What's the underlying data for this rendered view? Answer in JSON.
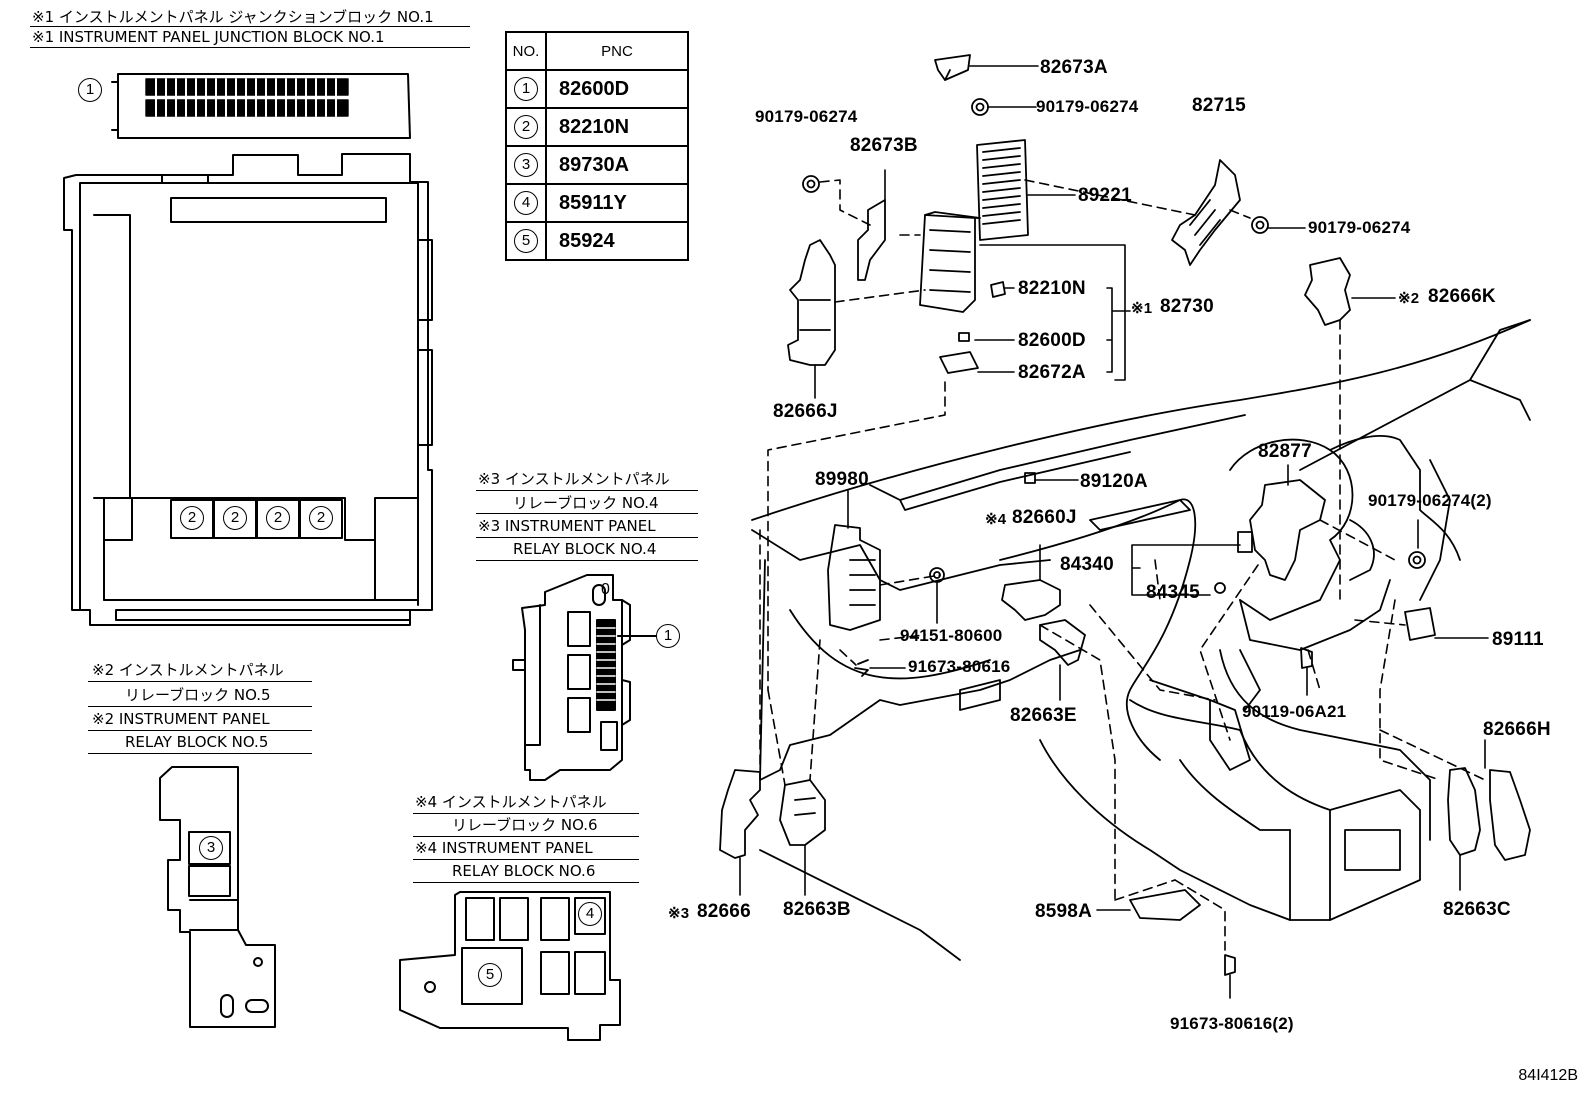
{
  "captions": {
    "jb1_jp": "※1 インストルメントパネル ジャンクションブロック NO.1",
    "jb1_en": "※1 INSTRUMENT PANEL JUNCTION BLOCK NO.1",
    "rb4_jp1": "※3 インストルメントパネル",
    "rb4_jp2": "リレーブロック NO.4",
    "rb4_en1": "※3 INSTRUMENT PANEL",
    "rb4_en2": "RELAY BLOCK NO.4",
    "rb5_jp1": "※2 インストルメントパネル",
    "rb5_jp2": "リレーブロック NO.5",
    "rb5_en1": "※2 INSTRUMENT PANEL",
    "rb5_en2": "RELAY BLOCK NO.5",
    "rb6_jp1": "※4 インストルメントパネル",
    "rb6_jp2": "リレーブロック NO.6",
    "rb6_en1": "※4 INSTRUMENT PANEL",
    "rb6_en2": "RELAY BLOCK NO.6"
  },
  "table": {
    "headers": [
      "NO.",
      "PNC"
    ],
    "rows": [
      {
        "no": "1",
        "pnc": "82600D"
      },
      {
        "no": "2",
        "pnc": "82210N"
      },
      {
        "no": "3",
        "pnc": "89730A"
      },
      {
        "no": "4",
        "pnc": "85911Y"
      },
      {
        "no": "5",
        "pnc": "85924"
      }
    ]
  },
  "markers": {
    "one": "1",
    "two": "2",
    "three": "3",
    "four": "4",
    "five": "5",
    "zero": "0"
  },
  "parts": {
    "p82673A": "82673A",
    "p90179_a": "90179-06274",
    "p90179_b": "90179-06274",
    "p90179_c": "90179-06274",
    "p90179_d": "90179-06274(2)",
    "p82715": "82715",
    "p82673B": "82673B",
    "p89221": "89221",
    "p82210N": "82210N",
    "p82730": "82730",
    "p82730_mark": "※1",
    "p82600D": "82600D",
    "p82672A": "82672A",
    "p82666K": "82666K",
    "p82666K_mark": "※2",
    "p82666J": "82666J",
    "p82877": "82877",
    "p89980": "89980",
    "p89120A": "89120A",
    "p82660J": "82660J",
    "p82660J_mark": "※4",
    "p84340": "84340",
    "p84345": "84345",
    "p94151": "94151-80600",
    "p91673_a": "91673-80616",
    "p91673_b": "91673-80616(2)",
    "p89111": "89111",
    "p82663E": "82663E",
    "p90119": "90119-06A21",
    "p82666H": "82666H",
    "p82666": "82666",
    "p82666_mark": "※3",
    "p82663B": "82663B",
    "p8598A": "8598A",
    "p82663C": "82663C"
  },
  "figure_code": "84I412B"
}
